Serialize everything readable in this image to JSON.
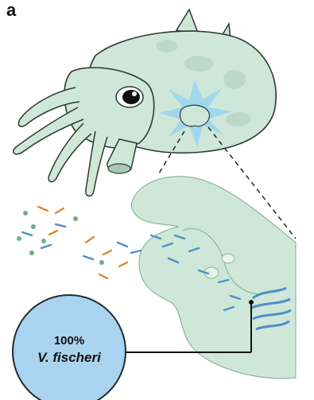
{
  "figure": {
    "panel_letter": "a",
    "callout": {
      "line1": "100%",
      "line2": "V. fischeri"
    },
    "colors": {
      "squid_body": "#cfe7d9",
      "squid_outline": "#2c3a34",
      "light_organ_glow": "#8fd3f2",
      "bacteria_blue": "#4f8fc4",
      "bacteria_orange": "#e08a3a",
      "bacteria_green": "#6fae84",
      "callout_fill": "#a9d3ef"
    }
  }
}
